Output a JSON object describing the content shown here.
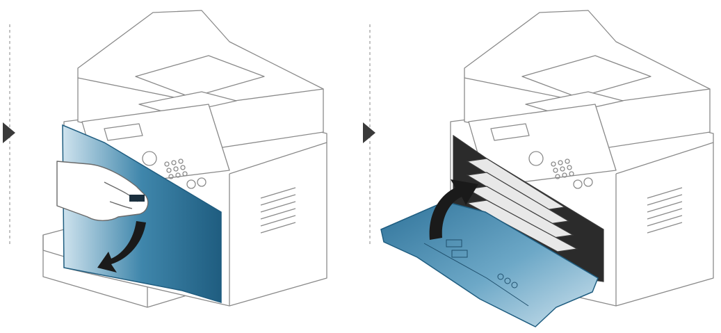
{
  "colors": {
    "line": "#8a8a8a",
    "fill": "#ffffff",
    "panel_dark": "#1f5d80",
    "panel_mid": "#3f86ab",
    "panel_light": "#cfe3ee",
    "arrow": "#1a1a1a",
    "separator": "#9a9a9a",
    "step_marker": "#3a3a3a"
  },
  "steps": [
    {
      "id": "step-1",
      "icon": "triangle-right-icon",
      "illustration": "printer-hand-opening-front-cover"
    },
    {
      "id": "step-2",
      "icon": "triangle-right-icon",
      "illustration": "printer-front-cover-open-toner-cartridges"
    }
  ]
}
